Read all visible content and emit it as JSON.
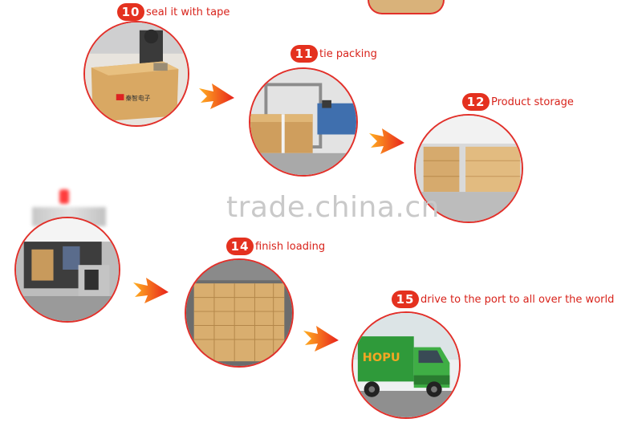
{
  "watermark": "trade.china.cn",
  "accent_color": "#e4311f",
  "steps": [
    {
      "number": "10",
      "caption": "seal it with tape"
    },
    {
      "number": "11",
      "caption": "tie packing"
    },
    {
      "number": "12",
      "caption": "Product storage"
    },
    {
      "number": "14",
      "caption": "finish loading"
    },
    {
      "number": "15",
      "caption": "drive to the port to all over the world"
    }
  ],
  "photos": {
    "seal_tape": {
      "box_brand": "秦智电子"
    },
    "truck": {
      "brand": "HOPU"
    }
  },
  "icons": {
    "arrow": "flame-arrow-icon"
  }
}
